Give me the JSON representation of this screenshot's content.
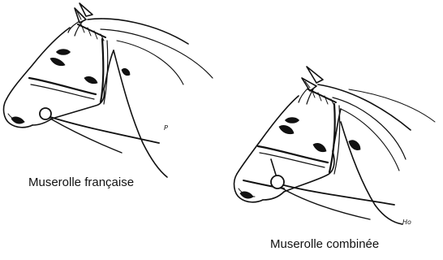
{
  "figures": [
    {
      "caption": "Muserolle française",
      "artist_mark": "P"
    },
    {
      "caption": "Muserolle combinée",
      "artist_mark": "Ho"
    }
  ],
  "colors": {
    "ink": "#111111",
    "background": "#ffffff"
  }
}
